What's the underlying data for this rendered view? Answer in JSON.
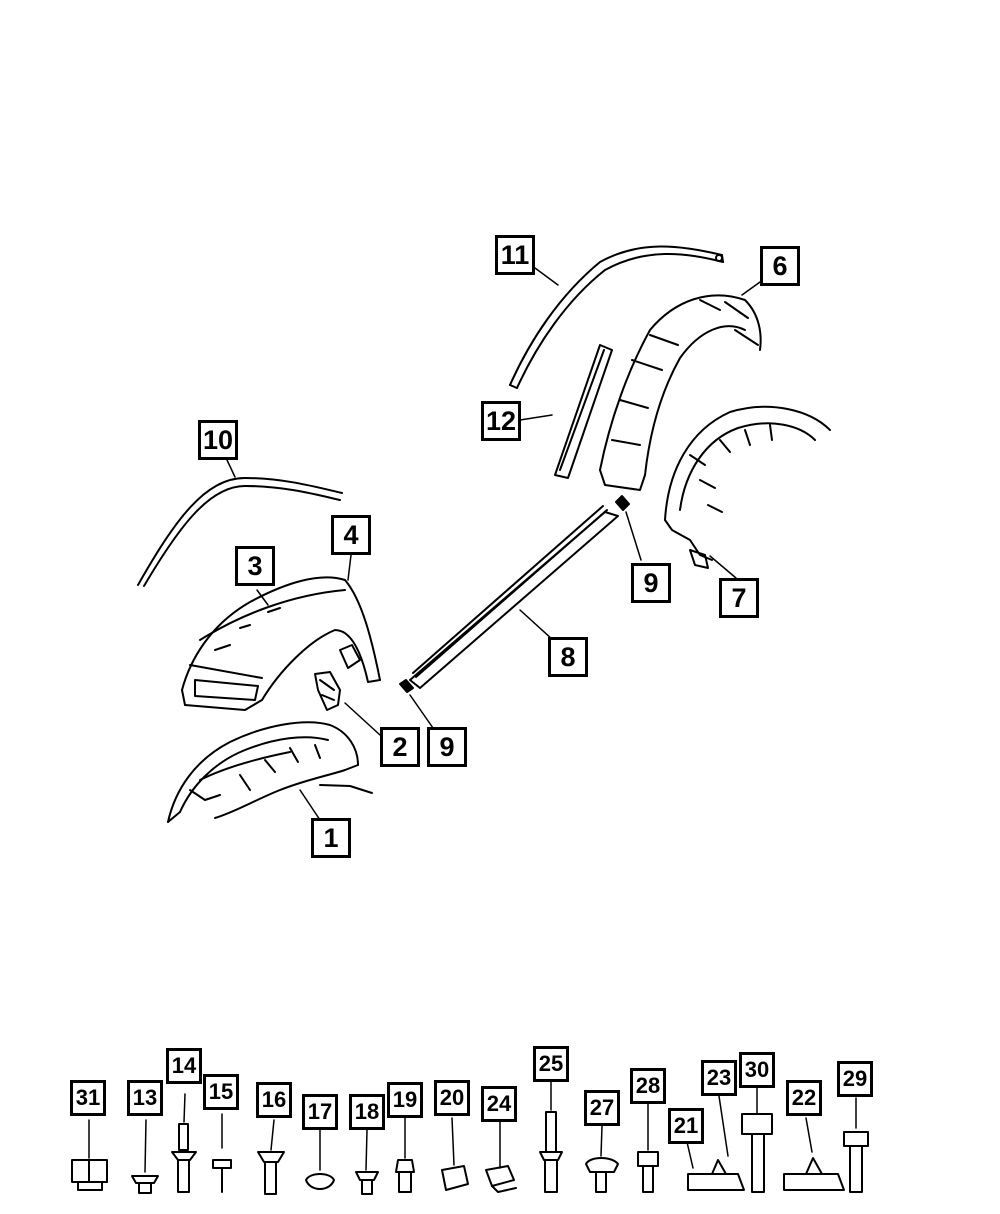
{
  "diagram": {
    "callouts": {
      "c1": "1",
      "c2": "2",
      "c3": "3",
      "c4": "4",
      "c6": "6",
      "c7": "7",
      "c8": "8",
      "c9a": "9",
      "c9b": "9",
      "c10": "10",
      "c11": "11",
      "c12": "12",
      "c13": "13",
      "c14": "14",
      "c15": "15",
      "c16": "16",
      "c17": "17",
      "c18": "18",
      "c19": "19",
      "c20": "20",
      "c21": "21",
      "c22": "22",
      "c23": "23",
      "c24": "24",
      "c25": "25",
      "c27": "27",
      "c28": "28",
      "c29": "29",
      "c30": "30",
      "c31": "31"
    }
  }
}
